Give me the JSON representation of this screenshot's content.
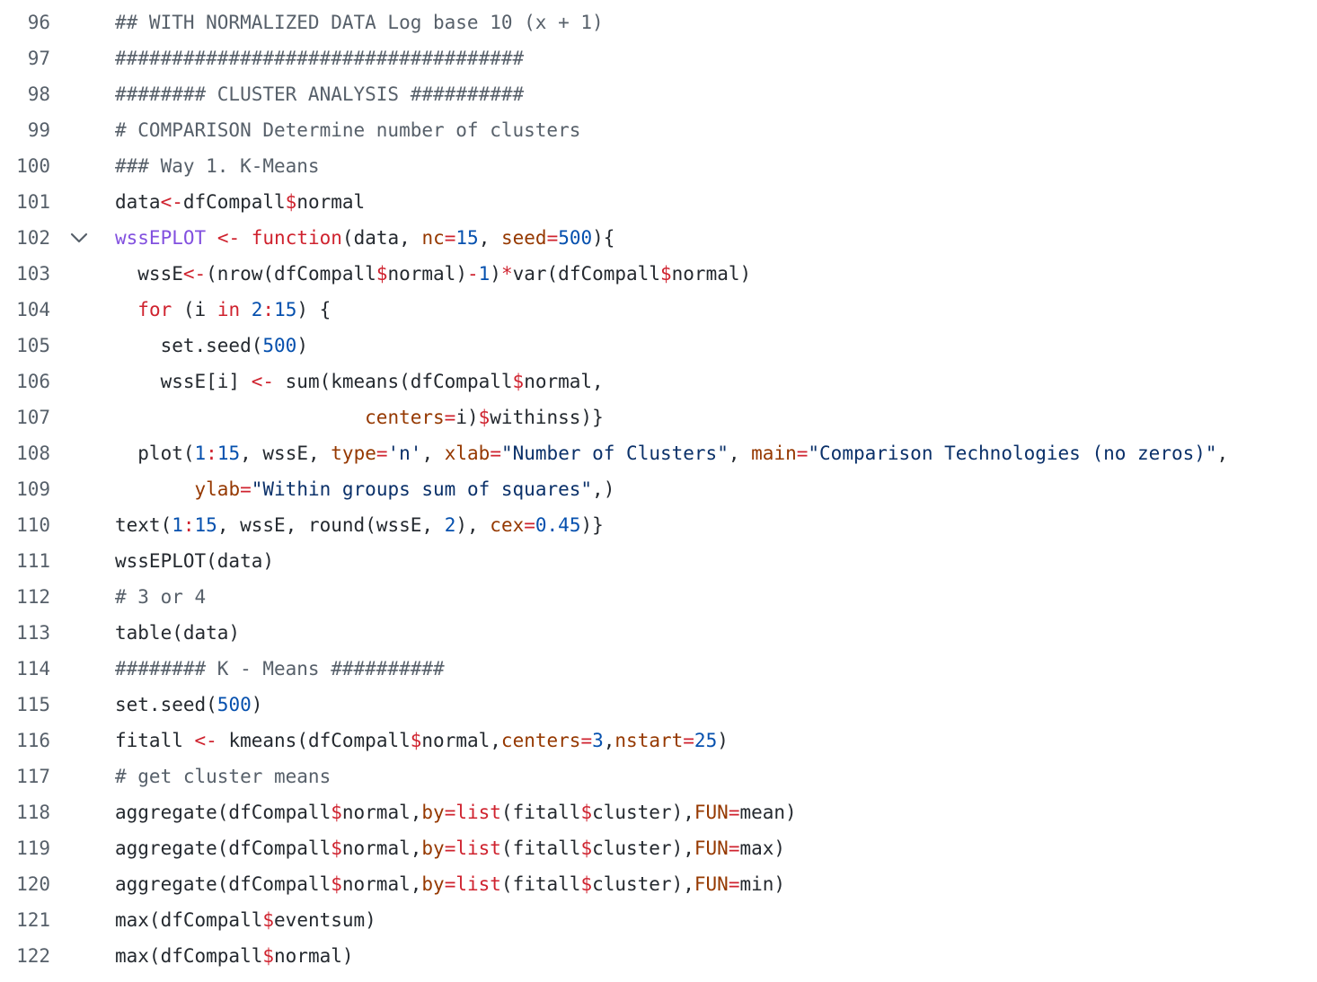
{
  "editor": {
    "colors": {
      "plain": "#24292f",
      "comment": "#57606a",
      "operator": "#cf222e",
      "keyword": "#cf222e",
      "number": "#0550ae",
      "string": "#0a3069",
      "argument": "#953800",
      "function_def": "#8250df",
      "line_number": "#57606a"
    },
    "fold_icon": "chevron-down-icon",
    "lines": [
      {
        "n": "96",
        "tokens": [
          [
            "comment",
            "## WITH NORMALIZED DATA Log base 10 (x + 1)"
          ]
        ]
      },
      {
        "n": "97",
        "tokens": [
          [
            "comment",
            "####################################"
          ]
        ]
      },
      {
        "n": "98",
        "tokens": [
          [
            "comment",
            "######## CLUSTER ANALYSIS ##########"
          ]
        ]
      },
      {
        "n": "99",
        "tokens": [
          [
            "comment",
            "# COMPARISON Determine number of clusters"
          ]
        ]
      },
      {
        "n": "100",
        "tokens": [
          [
            "comment",
            "### Way 1. K-Means"
          ]
        ]
      },
      {
        "n": "101",
        "tokens": [
          [
            "plain",
            "data"
          ],
          [
            "op",
            "<-"
          ],
          [
            "plain",
            "dfCompall"
          ],
          [
            "op",
            "$"
          ],
          [
            "plain",
            "normal"
          ]
        ]
      },
      {
        "n": "102",
        "fold": true,
        "tokens": [
          [
            "fn",
            "wssEPLOT"
          ],
          [
            "plain",
            " "
          ],
          [
            "op",
            "<-"
          ],
          [
            "plain",
            " "
          ],
          [
            "kw",
            "function"
          ],
          [
            "plain",
            "(data, "
          ],
          [
            "arg",
            "nc"
          ],
          [
            "op",
            "="
          ],
          [
            "num",
            "15"
          ],
          [
            "plain",
            ", "
          ],
          [
            "arg",
            "seed"
          ],
          [
            "op",
            "="
          ],
          [
            "num",
            "500"
          ],
          [
            "plain",
            "){"
          ]
        ]
      },
      {
        "n": "103",
        "tokens": [
          [
            "plain",
            "  wssE"
          ],
          [
            "op",
            "<-"
          ],
          [
            "plain",
            "(nrow(dfCompall"
          ],
          [
            "op",
            "$"
          ],
          [
            "plain",
            "normal)"
          ],
          [
            "op",
            "-"
          ],
          [
            "num",
            "1"
          ],
          [
            "plain",
            ")"
          ],
          [
            "op",
            "*"
          ],
          [
            "plain",
            "var(dfCompall"
          ],
          [
            "op",
            "$"
          ],
          [
            "plain",
            "normal)"
          ]
        ]
      },
      {
        "n": "104",
        "tokens": [
          [
            "plain",
            "  "
          ],
          [
            "kw",
            "for"
          ],
          [
            "plain",
            " (i "
          ],
          [
            "kw",
            "in"
          ],
          [
            "plain",
            " "
          ],
          [
            "num",
            "2"
          ],
          [
            "op",
            ":"
          ],
          [
            "num",
            "15"
          ],
          [
            "plain",
            ") {"
          ]
        ]
      },
      {
        "n": "105",
        "tokens": [
          [
            "plain",
            "    set.seed("
          ],
          [
            "num",
            "500"
          ],
          [
            "plain",
            ")"
          ]
        ]
      },
      {
        "n": "106",
        "tokens": [
          [
            "plain",
            "    wssE[i] "
          ],
          [
            "op",
            "<-"
          ],
          [
            "plain",
            " sum(kmeans(dfCompall"
          ],
          [
            "op",
            "$"
          ],
          [
            "plain",
            "normal,"
          ]
        ]
      },
      {
        "n": "107",
        "tokens": [
          [
            "plain",
            "                      "
          ],
          [
            "arg",
            "centers"
          ],
          [
            "op",
            "="
          ],
          [
            "plain",
            "i)"
          ],
          [
            "op",
            "$"
          ],
          [
            "plain",
            "withinss)}"
          ]
        ]
      },
      {
        "n": "108",
        "tokens": [
          [
            "plain",
            "  plot("
          ],
          [
            "num",
            "1"
          ],
          [
            "op",
            ":"
          ],
          [
            "num",
            "15"
          ],
          [
            "plain",
            ", wssE, "
          ],
          [
            "arg",
            "type"
          ],
          [
            "op",
            "="
          ],
          [
            "str",
            "'n'"
          ],
          [
            "plain",
            ", "
          ],
          [
            "arg",
            "xlab"
          ],
          [
            "op",
            "="
          ],
          [
            "str",
            "\"Number of Clusters\""
          ],
          [
            "plain",
            ", "
          ],
          [
            "arg",
            "main"
          ],
          [
            "op",
            "="
          ],
          [
            "str",
            "\"Comparison Technologies (no zeros)\""
          ],
          [
            "plain",
            ","
          ]
        ]
      },
      {
        "n": "109",
        "tokens": [
          [
            "plain",
            "       "
          ],
          [
            "arg",
            "ylab"
          ],
          [
            "op",
            "="
          ],
          [
            "str",
            "\"Within groups sum of squares\""
          ],
          [
            "plain",
            ",)"
          ]
        ]
      },
      {
        "n": "110",
        "tokens": [
          [
            "plain",
            "text("
          ],
          [
            "num",
            "1"
          ],
          [
            "op",
            ":"
          ],
          [
            "num",
            "15"
          ],
          [
            "plain",
            ", wssE, round(wssE, "
          ],
          [
            "num",
            "2"
          ],
          [
            "plain",
            "), "
          ],
          [
            "arg",
            "cex"
          ],
          [
            "op",
            "="
          ],
          [
            "num",
            "0.45"
          ],
          [
            "plain",
            ")}"
          ]
        ]
      },
      {
        "n": "111",
        "tokens": [
          [
            "plain",
            "wssEPLOT(data)"
          ]
        ]
      },
      {
        "n": "112",
        "tokens": [
          [
            "comment",
            "# 3 or 4"
          ]
        ]
      },
      {
        "n": "113",
        "tokens": [
          [
            "plain",
            "table(data)"
          ]
        ]
      },
      {
        "n": "114",
        "tokens": [
          [
            "comment",
            "######## K - Means ##########"
          ]
        ]
      },
      {
        "n": "115",
        "tokens": [
          [
            "plain",
            "set.seed("
          ],
          [
            "num",
            "500"
          ],
          [
            "plain",
            ")"
          ]
        ]
      },
      {
        "n": "116",
        "tokens": [
          [
            "plain",
            "fitall "
          ],
          [
            "op",
            "<-"
          ],
          [
            "plain",
            " kmeans(dfCompall"
          ],
          [
            "op",
            "$"
          ],
          [
            "plain",
            "normal,"
          ],
          [
            "arg",
            "centers"
          ],
          [
            "op",
            "="
          ],
          [
            "num",
            "3"
          ],
          [
            "plain",
            ","
          ],
          [
            "arg",
            "nstart"
          ],
          [
            "op",
            "="
          ],
          [
            "num",
            "25"
          ],
          [
            "plain",
            ")"
          ]
        ]
      },
      {
        "n": "117",
        "tokens": [
          [
            "comment",
            "# get cluster means"
          ]
        ]
      },
      {
        "n": "118",
        "tokens": [
          [
            "plain",
            "aggregate(dfCompall"
          ],
          [
            "op",
            "$"
          ],
          [
            "plain",
            "normal,"
          ],
          [
            "arg",
            "by"
          ],
          [
            "op",
            "="
          ],
          [
            "kw",
            "list"
          ],
          [
            "plain",
            "(fitall"
          ],
          [
            "op",
            "$"
          ],
          [
            "plain",
            "cluster),"
          ],
          [
            "arg",
            "FUN"
          ],
          [
            "op",
            "="
          ],
          [
            "plain",
            "mean)"
          ]
        ]
      },
      {
        "n": "119",
        "tokens": [
          [
            "plain",
            "aggregate(dfCompall"
          ],
          [
            "op",
            "$"
          ],
          [
            "plain",
            "normal,"
          ],
          [
            "arg",
            "by"
          ],
          [
            "op",
            "="
          ],
          [
            "kw",
            "list"
          ],
          [
            "plain",
            "(fitall"
          ],
          [
            "op",
            "$"
          ],
          [
            "plain",
            "cluster),"
          ],
          [
            "arg",
            "FUN"
          ],
          [
            "op",
            "="
          ],
          [
            "plain",
            "max)"
          ]
        ]
      },
      {
        "n": "120",
        "tokens": [
          [
            "plain",
            "aggregate(dfCompall"
          ],
          [
            "op",
            "$"
          ],
          [
            "plain",
            "normal,"
          ],
          [
            "arg",
            "by"
          ],
          [
            "op",
            "="
          ],
          [
            "kw",
            "list"
          ],
          [
            "plain",
            "(fitall"
          ],
          [
            "op",
            "$"
          ],
          [
            "plain",
            "cluster),"
          ],
          [
            "arg",
            "FUN"
          ],
          [
            "op",
            "="
          ],
          [
            "plain",
            "min)"
          ]
        ]
      },
      {
        "n": "121",
        "tokens": [
          [
            "plain",
            "max(dfCompall"
          ],
          [
            "op",
            "$"
          ],
          [
            "plain",
            "eventsum)"
          ]
        ]
      },
      {
        "n": "122",
        "tokens": [
          [
            "plain",
            "max(dfCompall"
          ],
          [
            "op",
            "$"
          ],
          [
            "plain",
            "normal)"
          ]
        ]
      }
    ]
  }
}
